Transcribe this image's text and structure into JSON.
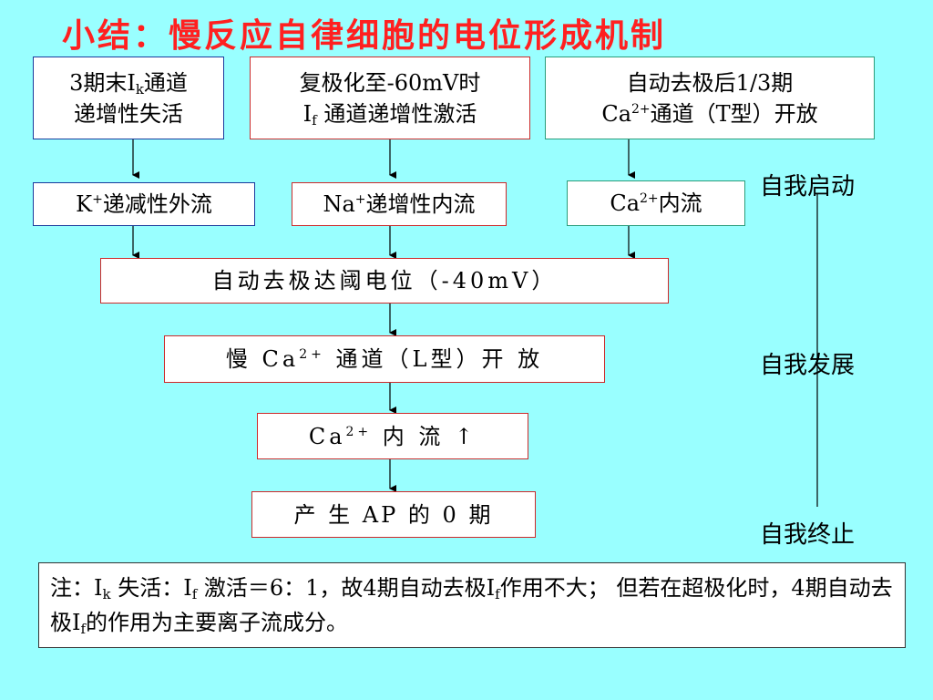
{
  "title": "小结：慢反应自律细胞的电位形成机制",
  "boxes": {
    "b1": {
      "l1_pre": "3期末I",
      "l1_sub": "k",
      "l1_post": "通道",
      "l2": "递增性失活"
    },
    "b2": {
      "l1": "复极化至-60mV时",
      "l2_pre": "I",
      "l2_sub": "f",
      "l2_post": " 通道递增性激活"
    },
    "b3": {
      "l1": "自动去极后1/3期",
      "l2_pre": "Ca",
      "l2_sup": "2+",
      "l2_post": "通道（T型）开放"
    },
    "k_out": {
      "pre": "K",
      "sup": "+",
      "post": "递减性外流"
    },
    "na_in": {
      "pre": "Na",
      "sup": "+",
      "post": "递增性内流"
    },
    "ca_in": {
      "pre": "Ca",
      "sup": "2+",
      "post": "内流"
    },
    "threshold": {
      "text": "自动去极达阈电位（-40mV）"
    },
    "slow_ca": {
      "pre": "慢 Ca",
      "sup": "2+",
      "post": " 通道（L型）开 放"
    },
    "ca_inflow": {
      "pre": "Ca",
      "sup": "2+",
      "post": " 内 流 ↑"
    },
    "ap0": {
      "text": "产 生 AP 的 0 期"
    }
  },
  "side_labels": {
    "start": "自我启动",
    "develop": "自我发展",
    "stop": "自我终止"
  },
  "note": {
    "p1": "注：I",
    "s1": "k",
    "p2": " 失活：I",
    "s2": "f",
    "p3": " 激活＝6：1，故4期自动去极I",
    "s3": "f",
    "p4": "作用不大；  但若在超极化时，4期自动去极I",
    "s4": "f",
    "p5": "的作用为主要离子流成分。"
  },
  "colors": {
    "background": "#99ffff",
    "title": "#ff2020",
    "border_blue": "#1a3a9c",
    "border_red": "#cc2a2a",
    "border_teal": "#2a9c7a"
  }
}
